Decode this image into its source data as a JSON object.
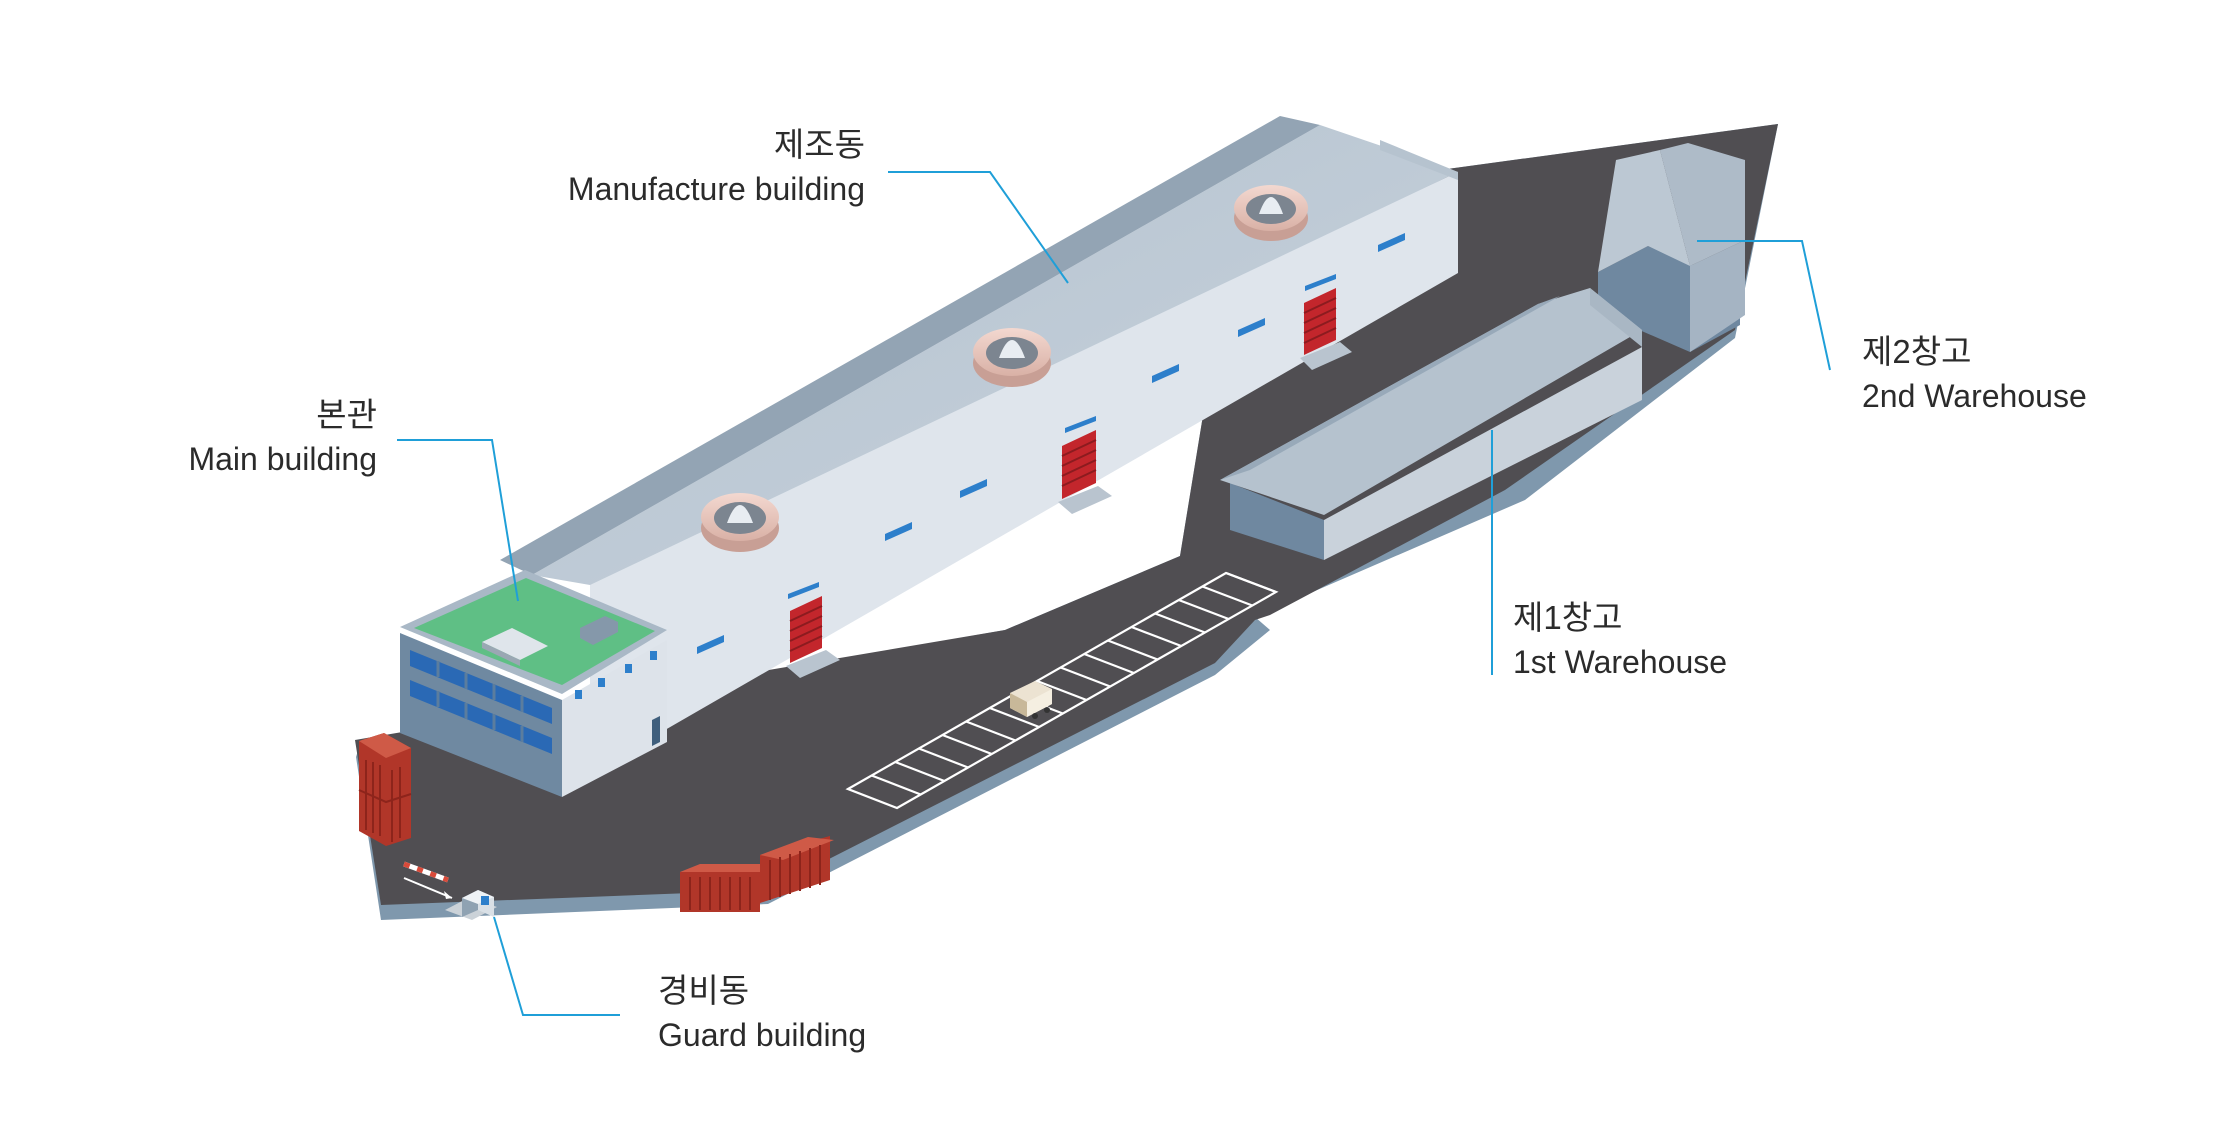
{
  "colors": {
    "ground": "#504e52",
    "ground_edge": "#7f98ad",
    "leader_line": "#1f9fd8",
    "roof": "#a3b3c2",
    "wall": "#dde3ea",
    "shutter": "#c3262c",
    "green_roof": "#5fbf85",
    "window_blue": "#2d7fcb",
    "container_red": "#b83a2c"
  },
  "labels": {
    "manufacture": {
      "ko": "제조동",
      "en": "Manufacture building"
    },
    "main": {
      "ko": "본관",
      "en": "Main building"
    },
    "warehouse2": {
      "ko": "제2창고",
      "en": "2nd Warehouse"
    },
    "warehouse1": {
      "ko": "제1창고",
      "en": "1st Warehouse"
    },
    "guard": {
      "ko": "경비동",
      "en": "Guard building"
    }
  }
}
